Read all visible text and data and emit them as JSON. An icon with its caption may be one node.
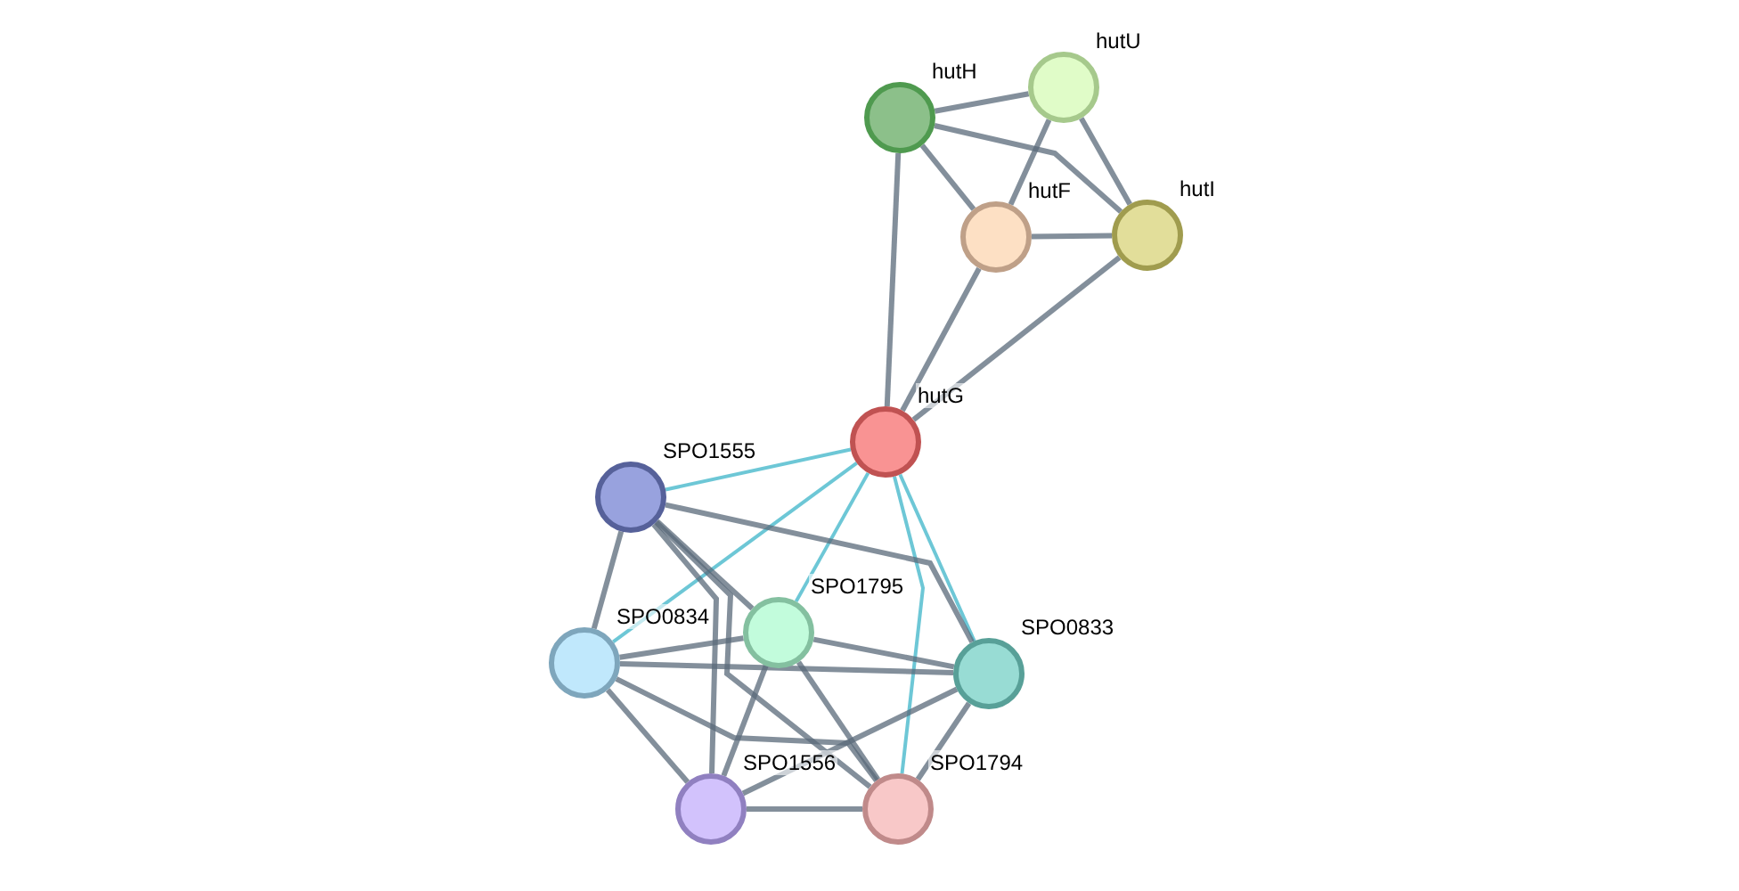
{
  "diagram": {
    "nodes": [
      {
        "text": [
          "hutH"
        ]
      },
      {
        "text": [
          "hutU"
        ]
      },
      {
        "text": [
          "hutF"
        ]
      },
      {
        "text": [
          "hutI"
        ]
      },
      {
        "text": [
          "hutG"
        ]
      },
      {
        "text": [
          "SPO1555"
        ]
      },
      {
        "text": [
          "SPO1795"
        ]
      },
      {
        "text": [
          "SPO0834"
        ]
      },
      {
        "text": [
          "SPO0833"
        ]
      },
      {
        "text": [
          "SPO1556"
        ]
      },
      {
        "text": [
          "SPO1794"
        ]
      }
    ],
    "edges": [
      {
        "from": 0,
        "to": 1,
        "arrow": "none"
      },
      {
        "from": 0,
        "to": 2,
        "arrow": "none"
      },
      {
        "from": 0,
        "to": 3,
        "arrow": "none"
      },
      {
        "from": 0,
        "to": 4,
        "arrow": "none"
      },
      {
        "from": 1,
        "to": 2,
        "arrow": "none"
      },
      {
        "from": 1,
        "to": 3,
        "arrow": "none"
      },
      {
        "from": 2,
        "to": 3,
        "arrow": "none"
      },
      {
        "from": 2,
        "to": 4,
        "arrow": "none"
      },
      {
        "from": 3,
        "to": 4,
        "arrow": "none"
      },
      {
        "from": 4,
        "to": 5,
        "arrow": "none",
        "color": "#3cb4c8"
      },
      {
        "from": 4,
        "to": 7,
        "arrow": "none",
        "color": "#3cb4c8"
      },
      {
        "from": 4,
        "to": 6,
        "arrow": "none",
        "color": "#3cb4c8"
      },
      {
        "from": 4,
        "to": 8,
        "arrow": "none",
        "color": "#3cb4c8"
      },
      {
        "from": 4,
        "to": 10,
        "arrow": "none",
        "color": "#3cb4c8"
      },
      {
        "from": 5,
        "to": 7,
        "arrow": "none"
      },
      {
        "from": 5,
        "to": 6,
        "arrow": "none"
      },
      {
        "from": 5,
        "to": 8,
        "arrow": "none"
      },
      {
        "from": 5,
        "to": 9,
        "arrow": "none"
      },
      {
        "from": 5,
        "to": 10,
        "arrow": "none"
      },
      {
        "from": 7,
        "to": 6,
        "arrow": "none"
      },
      {
        "from": 7,
        "to": 8,
        "arrow": "none"
      },
      {
        "from": 7,
        "to": 9,
        "arrow": "none"
      },
      {
        "from": 7,
        "to": 10,
        "arrow": "none"
      },
      {
        "from": 6,
        "to": 8,
        "arrow": "none"
      },
      {
        "from": 6,
        "to": 9,
        "arrow": "none"
      },
      {
        "from": 6,
        "to": 10,
        "arrow": "none"
      },
      {
        "from": 8,
        "to": 9,
        "arrow": "none"
      },
      {
        "from": 8,
        "to": 10,
        "arrow": "none"
      },
      {
        "from": 9,
        "to": 10,
        "arrow": "none"
      }
    ]
  }
}
